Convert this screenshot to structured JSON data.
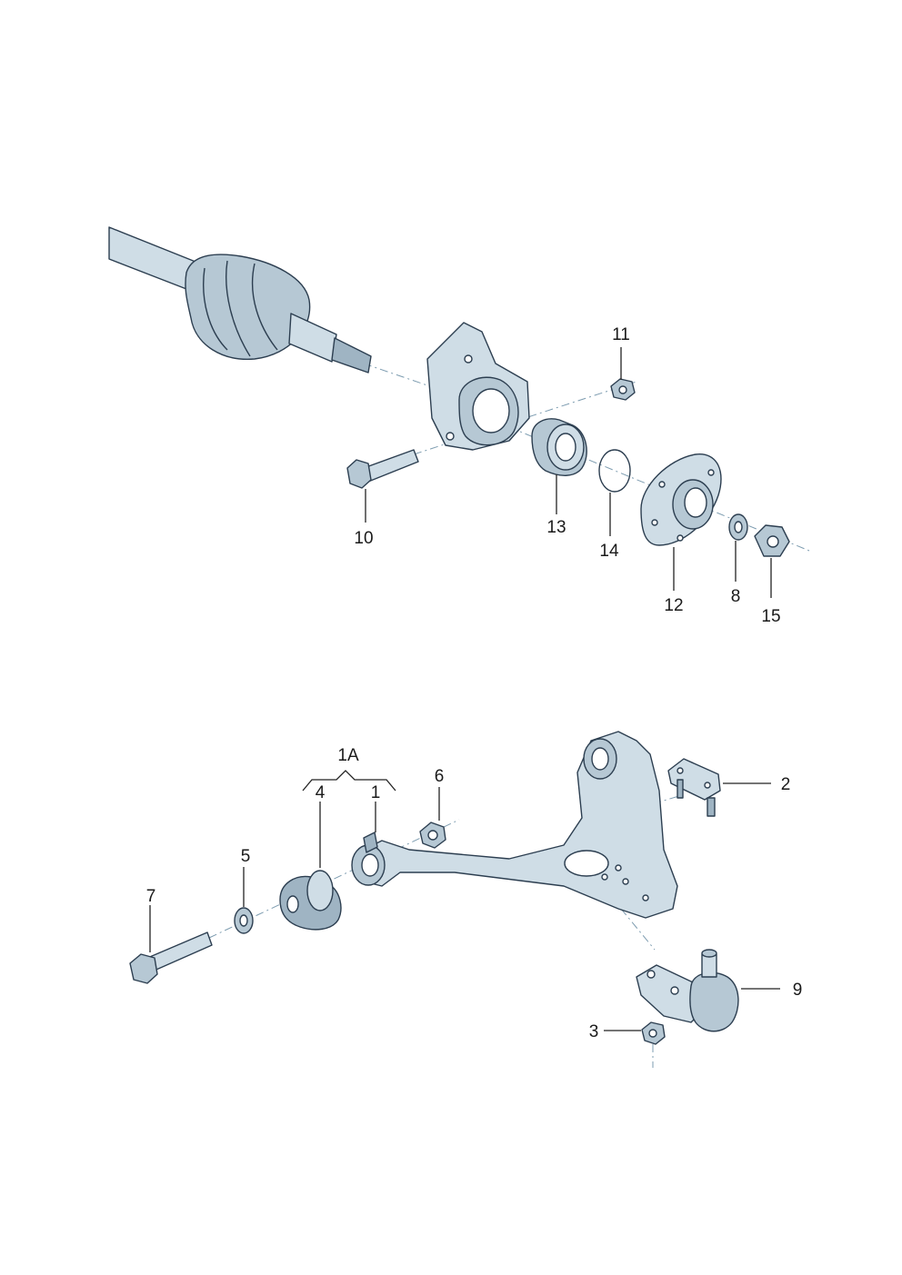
{
  "labels": {
    "p1": "1",
    "p1a": "1A",
    "p2": "2",
    "p3": "3",
    "p4": "4",
    "p5": "5",
    "p6": "6",
    "p7": "7",
    "p8": "8",
    "p9": "9",
    "p10": "10",
    "p11": "11",
    "p12": "12",
    "p13": "13",
    "p14": "14",
    "p15": "15"
  },
  "colors": {
    "part_fill": "#cfdde6",
    "outline": "#2c3e50",
    "axis_line": "#7d9cb0"
  }
}
